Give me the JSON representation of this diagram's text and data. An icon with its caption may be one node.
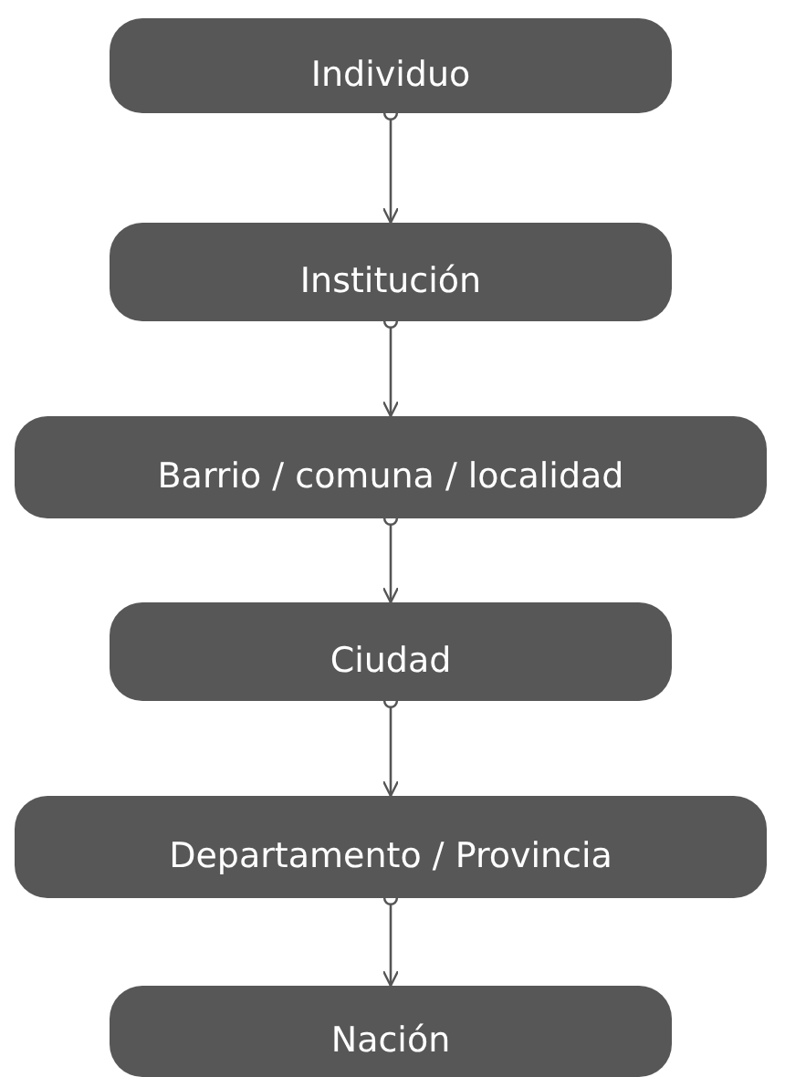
{
  "diagram": {
    "nodes": [
      {
        "text": [
          "Individuo"
        ]
      },
      {
        "text": [
          "Institución"
        ]
      },
      {
        "text": [
          "Barrio / comuna / localidad"
        ]
      },
      {
        "text": [
          "Ciudad"
        ]
      },
      {
        "text": [
          "Departamento / Provincia"
        ]
      },
      {
        "text": [
          "Nación"
        ]
      }
    ],
    "edges": [
      {
        "from": 0,
        "to": 1,
        "arrow": "to"
      },
      {
        "from": 1,
        "to": 2,
        "arrow": "to"
      },
      {
        "from": 2,
        "to": 3,
        "arrow": "to"
      },
      {
        "from": 3,
        "to": 4,
        "arrow": "to"
      },
      {
        "from": 4,
        "to": 5,
        "arrow": "to"
      }
    ]
  }
}
